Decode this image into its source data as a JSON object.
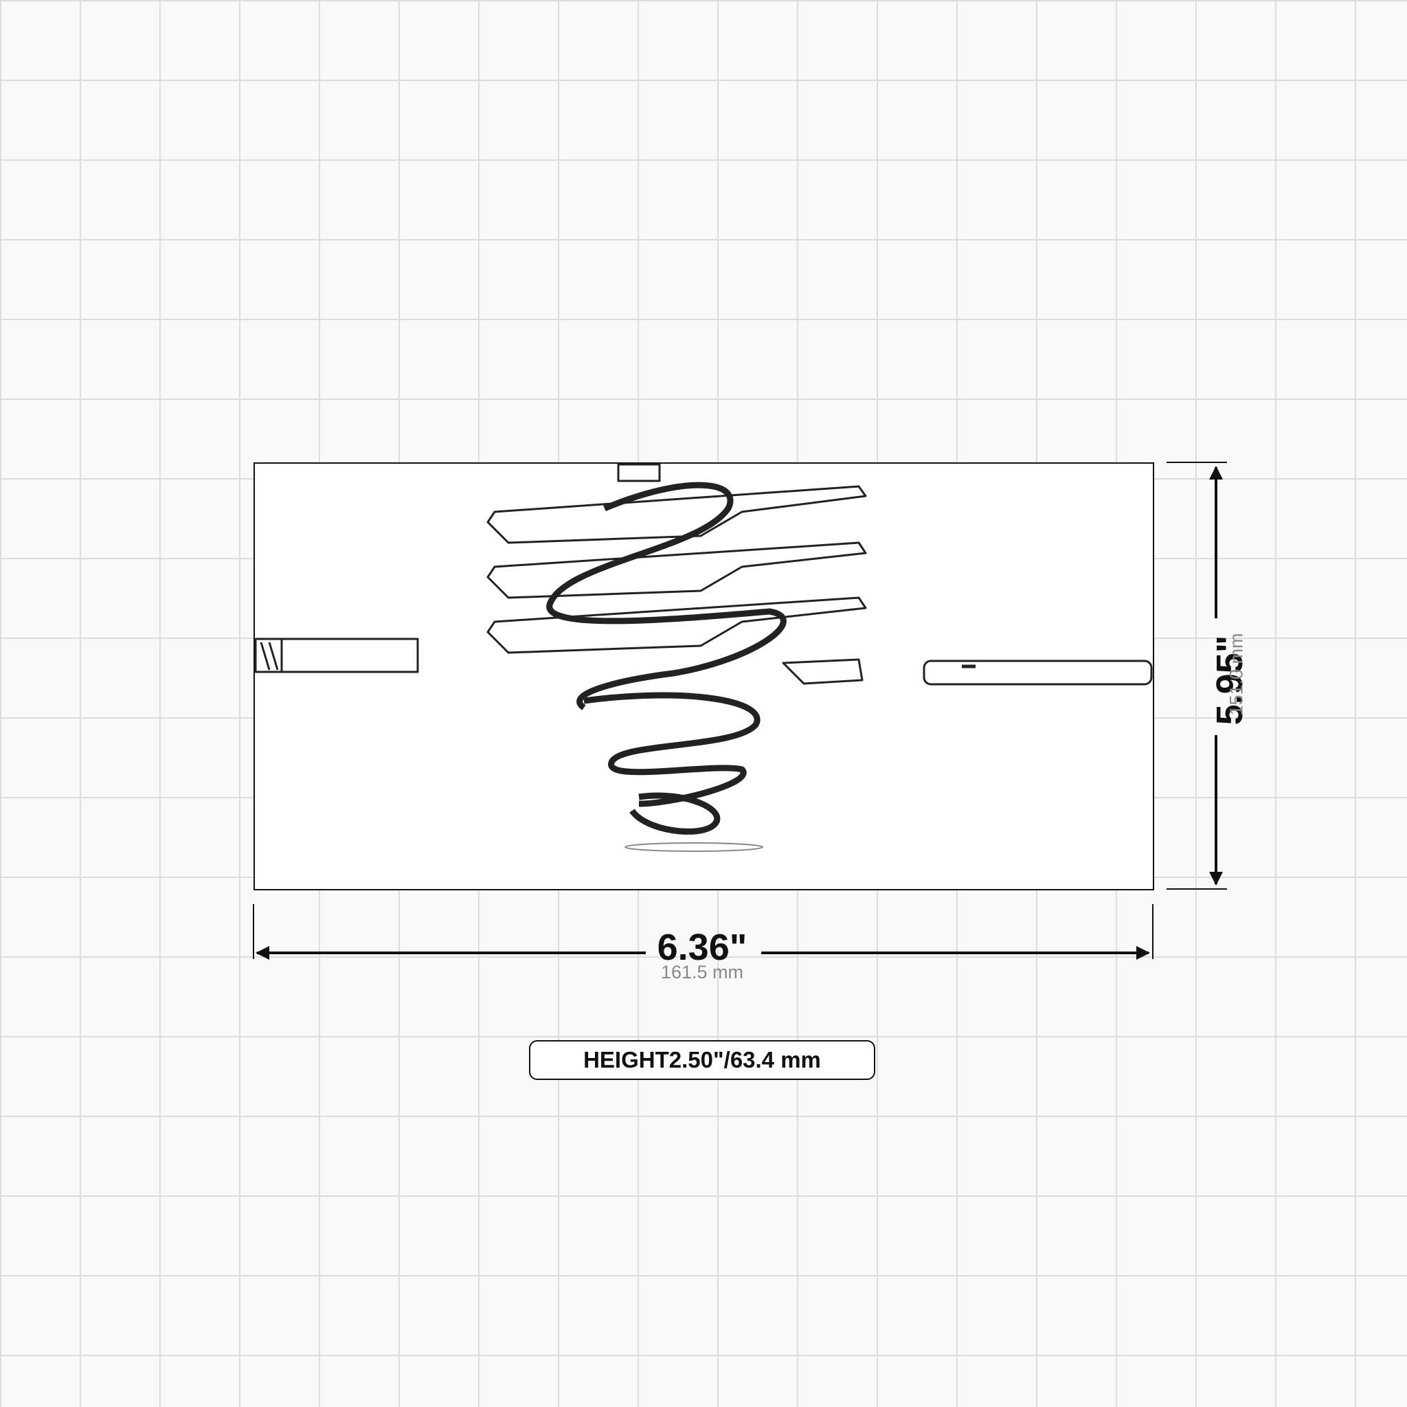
{
  "dimensions": {
    "width": {
      "imperial": "6.36\"",
      "metric": "161.5 mm"
    },
    "depth": {
      "imperial": "5.95\"",
      "metric": "151.0 mm"
    },
    "height": {
      "label": "HEIGHT",
      "imperial": "2.50\"",
      "separator": "/",
      "metric": "63.4 mm"
    }
  },
  "colors": {
    "background": "#f9f9f9",
    "grid": "#dcdcdc",
    "ink": "#111111",
    "secondary_text": "#888888"
  }
}
